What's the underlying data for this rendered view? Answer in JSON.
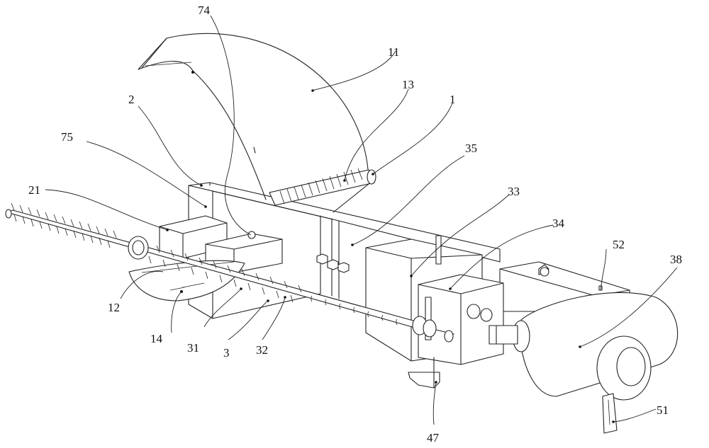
{
  "figure": {
    "labels": {
      "l74": "74",
      "l11": "11",
      "l13": "13",
      "l1": "1",
      "l2": "2",
      "l75": "75",
      "l35": "35",
      "l33": "33",
      "l21": "21",
      "l34": "34",
      "l52": "52",
      "l38": "38",
      "l12": "12",
      "l14": "14",
      "l31": "31",
      "l3": "3",
      "l32": "32",
      "l47": "47",
      "l51": "51"
    }
  }
}
